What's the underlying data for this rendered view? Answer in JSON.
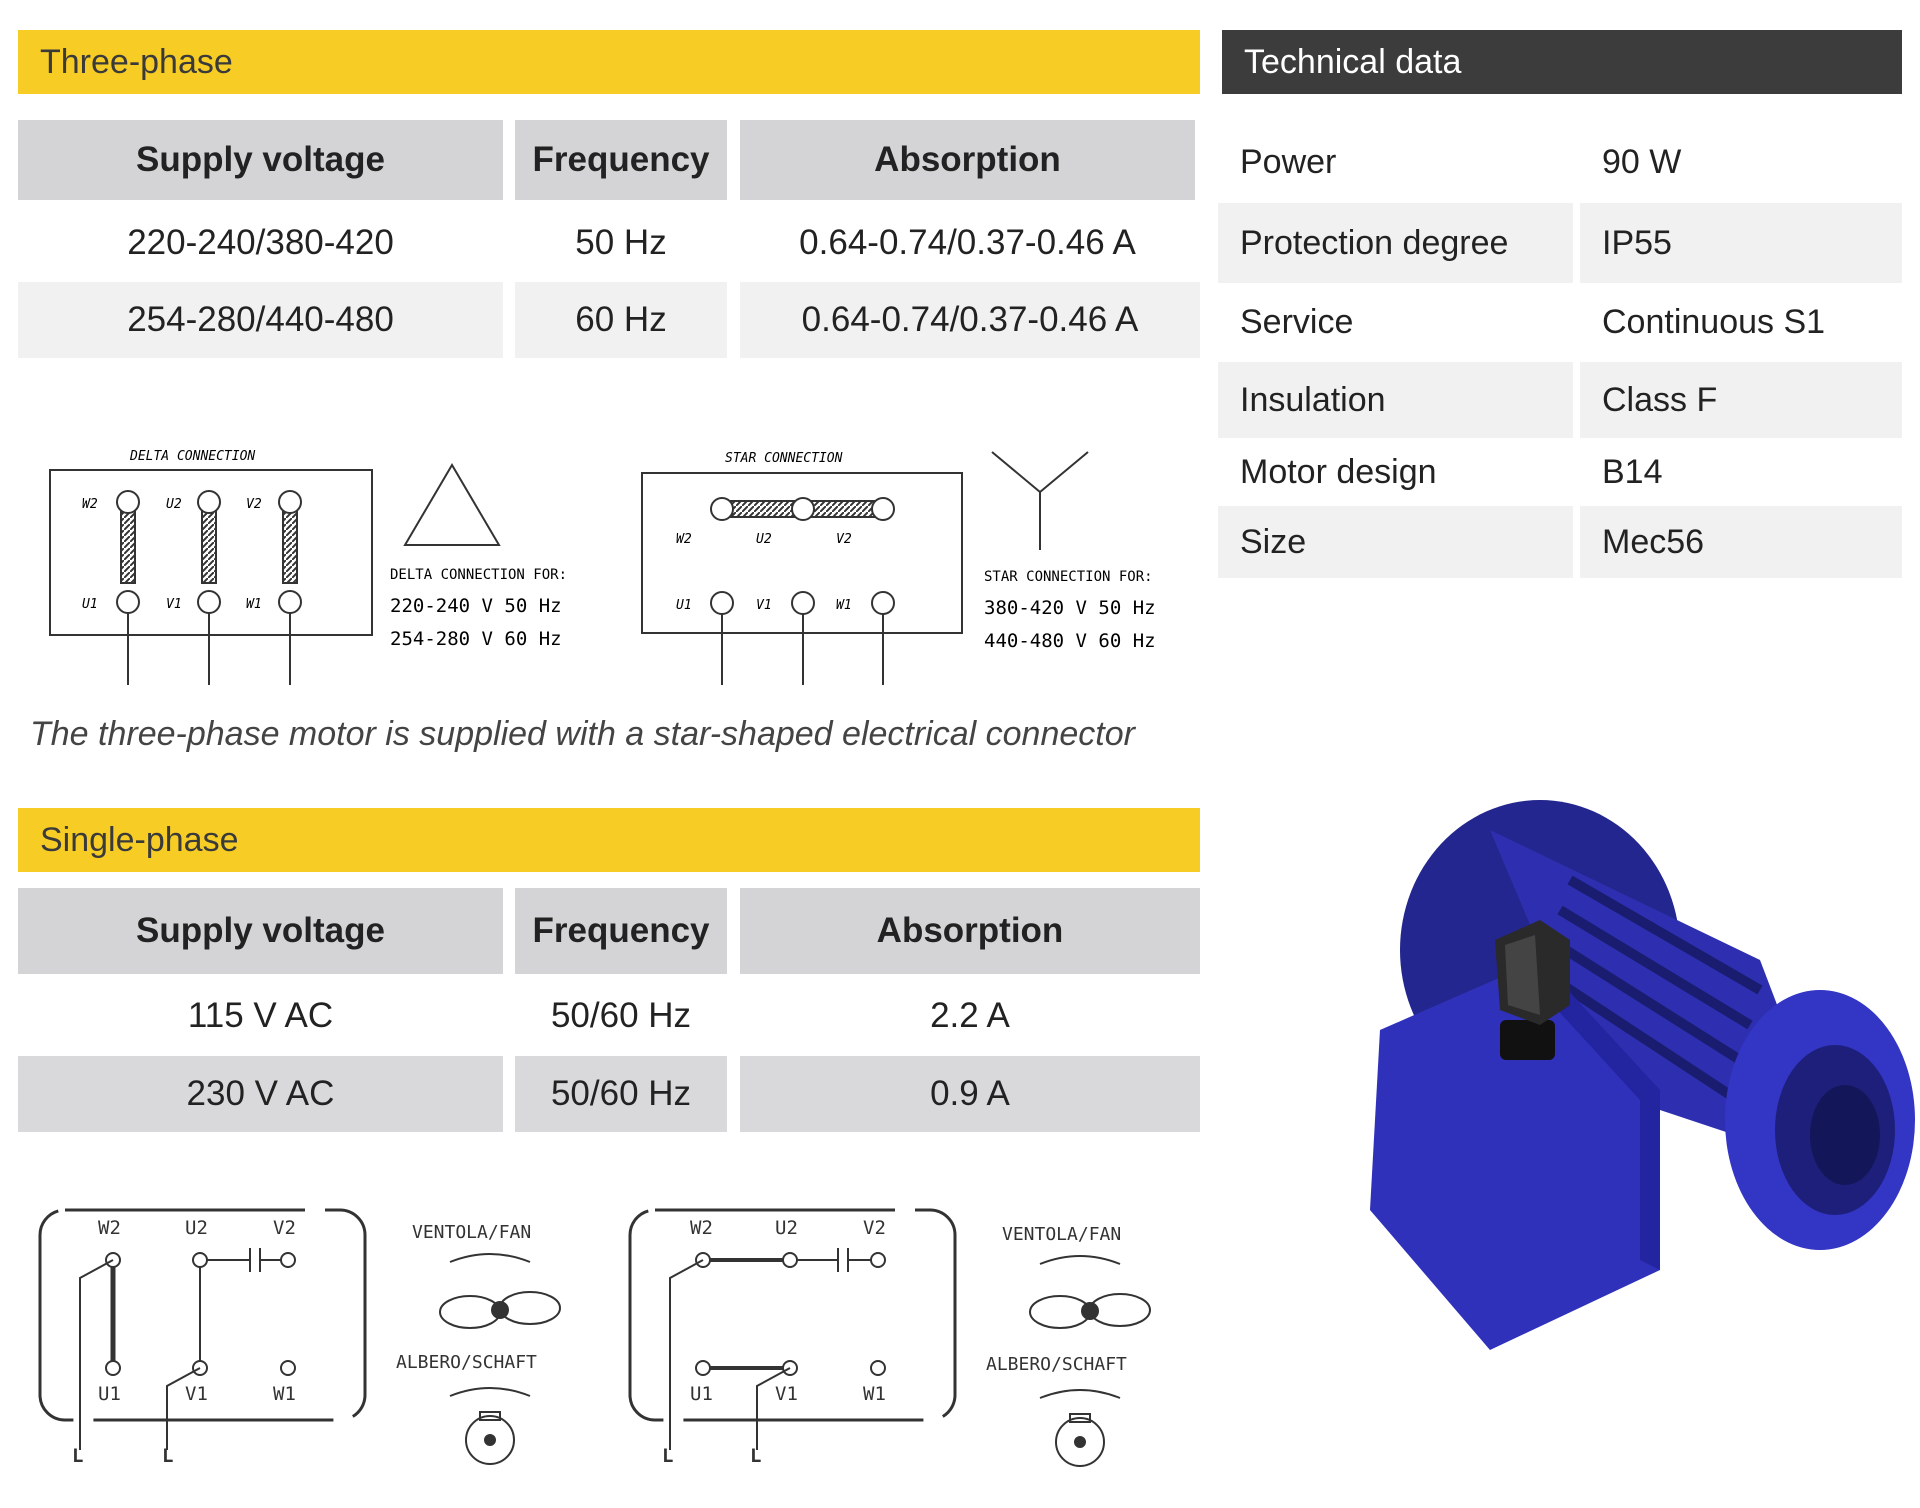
{
  "three_phase": {
    "title": "Three-phase",
    "headers": [
      "Supply voltage",
      "Frequency",
      "Absorption"
    ],
    "rows": [
      [
        "220-240/380-420",
        "50 Hz",
        "0.64-0.74/0.37-0.46  A"
      ],
      [
        "254-280/440-480",
        "60 Hz",
        "0.64-0.74/0.37-0.46  A"
      ]
    ],
    "delta": {
      "caption": "DELTA CONNECTION",
      "top_labels": [
        "W2",
        "U2",
        "V2"
      ],
      "bottom_labels": [
        "U1",
        "V1",
        "W1"
      ],
      "for_label": "DELTA CONNECTION FOR:",
      "lines": [
        "220-240  V  50  Hz",
        "254-280  V  60  Hz"
      ]
    },
    "star": {
      "caption": "STAR CONNECTION",
      "top_labels": [
        "W2",
        "U2",
        "V2"
      ],
      "bottom_labels": [
        "U1",
        "V1",
        "W1"
      ],
      "for_label": "STAR CONNECTION FOR:",
      "lines": [
        "380-420  V  50  Hz",
        "440-480  V  60  Hz"
      ]
    },
    "note": "The three-phase motor is supplied with a star-shaped electrical connector"
  },
  "single_phase": {
    "title": "Single-phase",
    "headers": [
      "Supply voltage",
      "Frequency",
      "Absorption"
    ],
    "rows": [
      [
        "115 V AC",
        "50/60 Hz",
        "2.2 A"
      ],
      [
        "230 V AC",
        "50/60 Hz",
        "0.9 A"
      ]
    ],
    "diagram": {
      "top_labels": [
        "W2",
        "U2",
        "V2"
      ],
      "bottom_labels": [
        "U1",
        "V1",
        "W1"
      ],
      "line_label": "L",
      "fan_label": "VENTOLA/FAN",
      "shaft_label": "ALBERO/SCHAFT"
    }
  },
  "technical_data": {
    "title": "Technical data",
    "rows": [
      [
        "Power",
        "90 W"
      ],
      [
        "Protection degree",
        "IP55"
      ],
      [
        "Service",
        "Continuous S1"
      ],
      [
        "Insulation",
        "Class F"
      ],
      [
        "Motor design",
        "B14"
      ],
      [
        "Size",
        "Mec56"
      ]
    ]
  },
  "colors": {
    "accent_yellow": "#f7cd25",
    "header_dark": "#3c3c3c",
    "motor_blue": "#2d2fb0"
  }
}
